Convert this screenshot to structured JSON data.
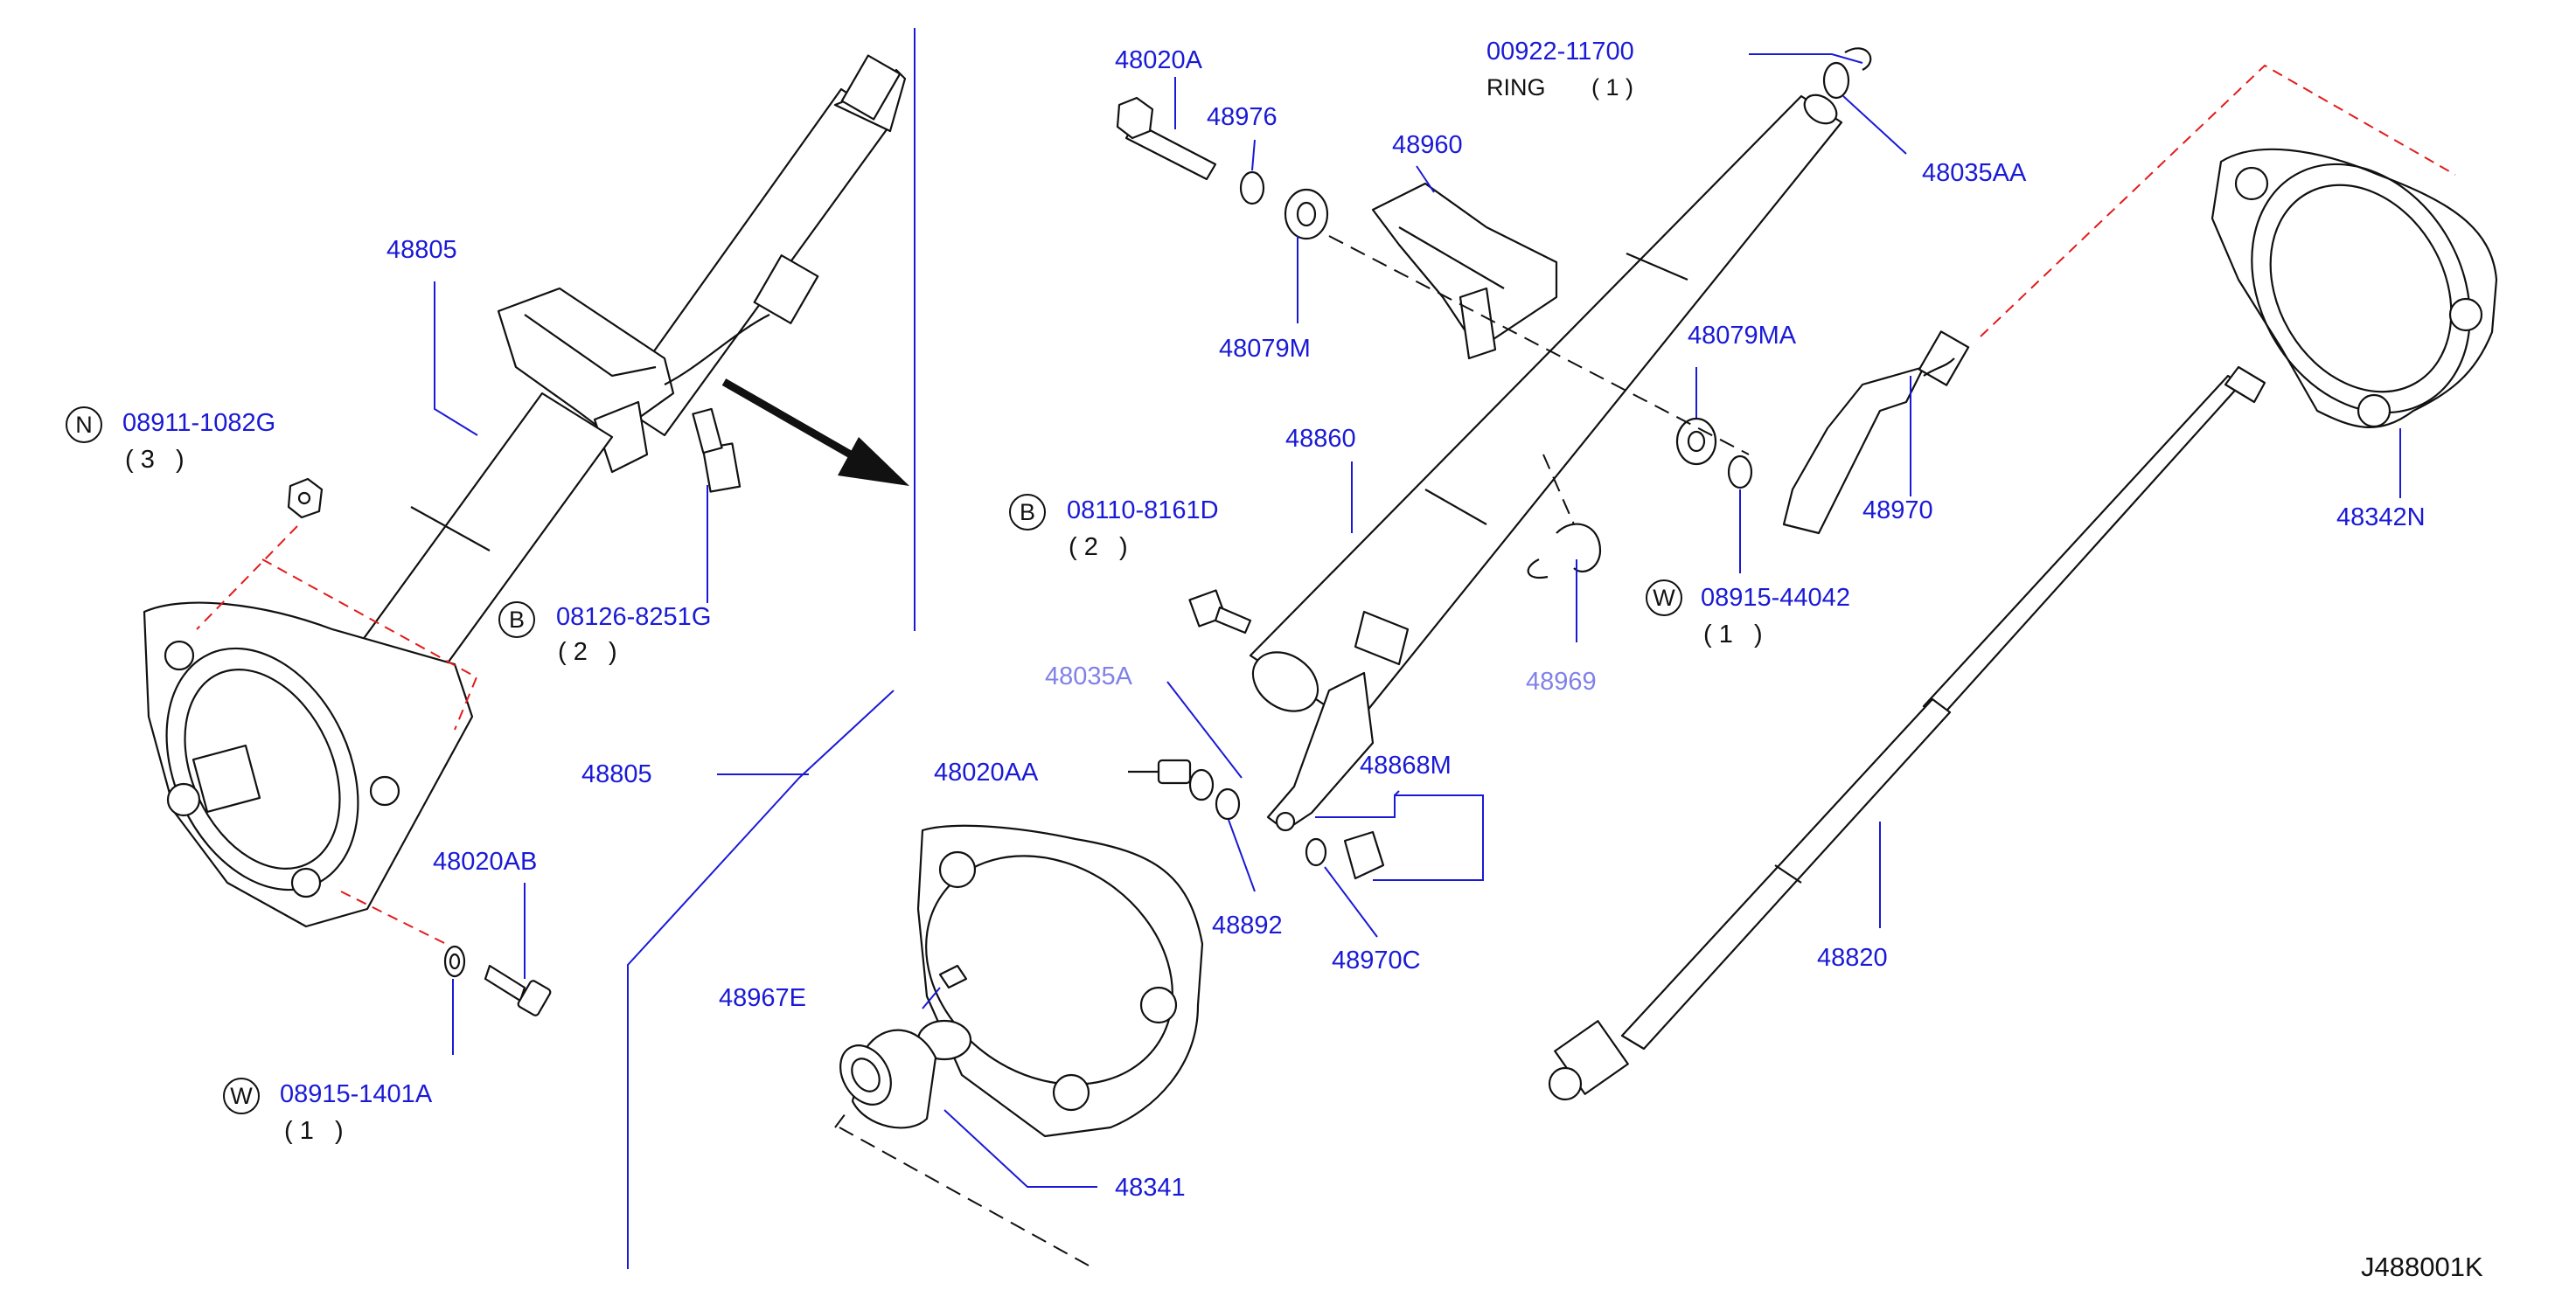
{
  "diagram_code": "J488001K",
  "parts": {
    "p48805_top": "48805",
    "p48805_mid": "48805",
    "n08911": "08911-1082G",
    "n08911_qty": "( 3   )",
    "b08126": "08126-8251G",
    "b08126_qty": "( 2   )",
    "p48020AB": "48020AB",
    "w08915_1401": "08915-1401A",
    "w08915_1401_qty": "( 1   )",
    "p48020A": "48020A",
    "p48976": "48976",
    "p48960": "48960",
    "p00922": "00922-11700",
    "ring": "RING",
    "ring_qty": "( 1 )",
    "p48035AA": "48035AA",
    "p48079M": "48079M",
    "p48079MA": "48079MA",
    "p48860": "48860",
    "b08110": "08110-8161D",
    "b08110_qty": "( 2   )",
    "p48970": "48970",
    "w08915_44042": "08915-44042",
    "w08915_44042_qty": "( 1   )",
    "p48342N": "48342N",
    "p48035_partial": "48035A",
    "p4896_partial": "48969",
    "p48020AA": "48020AA",
    "p48868M": "48868M",
    "p48892": "48892",
    "p48970C": "48970C",
    "p48967E": "48967E",
    "p48820": "48820",
    "p48341": "48341"
  },
  "markers": {
    "n": "N",
    "b": "B",
    "w": "W"
  },
  "colors": {
    "label": "#1a1ad6",
    "line": "#111111",
    "phantom": "#e21b1b"
  }
}
